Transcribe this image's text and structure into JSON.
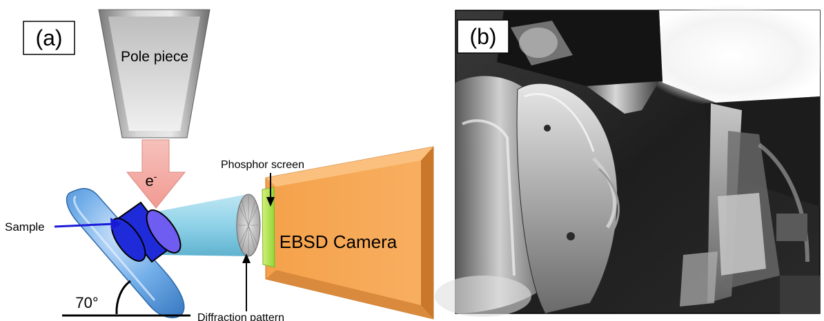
{
  "panel_a": {
    "label": "(a)",
    "pole_piece_label": "Pole piece",
    "electron_label": "e",
    "electron_superscript": "-",
    "phosphor_label": "Phosphor screen",
    "sample_label": "Sample",
    "camera_label": "EBSD Camera",
    "angle_label": "70°",
    "diffraction_label": "Diffraction pattern"
  },
  "panel_b": {
    "label": "(b)"
  },
  "colors": {
    "pole_piece": "#9a9a9a",
    "electron_arrow": "#f4a6a0",
    "sample": "#6aa9e8",
    "sample_holder": "#1f2bd9",
    "cone": "#8fd2e8",
    "phosphor": "#a5e24a",
    "camera": "#f7a64d",
    "camera_edge": "#c9772a",
    "sample_arrow": "#1a1ad6"
  }
}
